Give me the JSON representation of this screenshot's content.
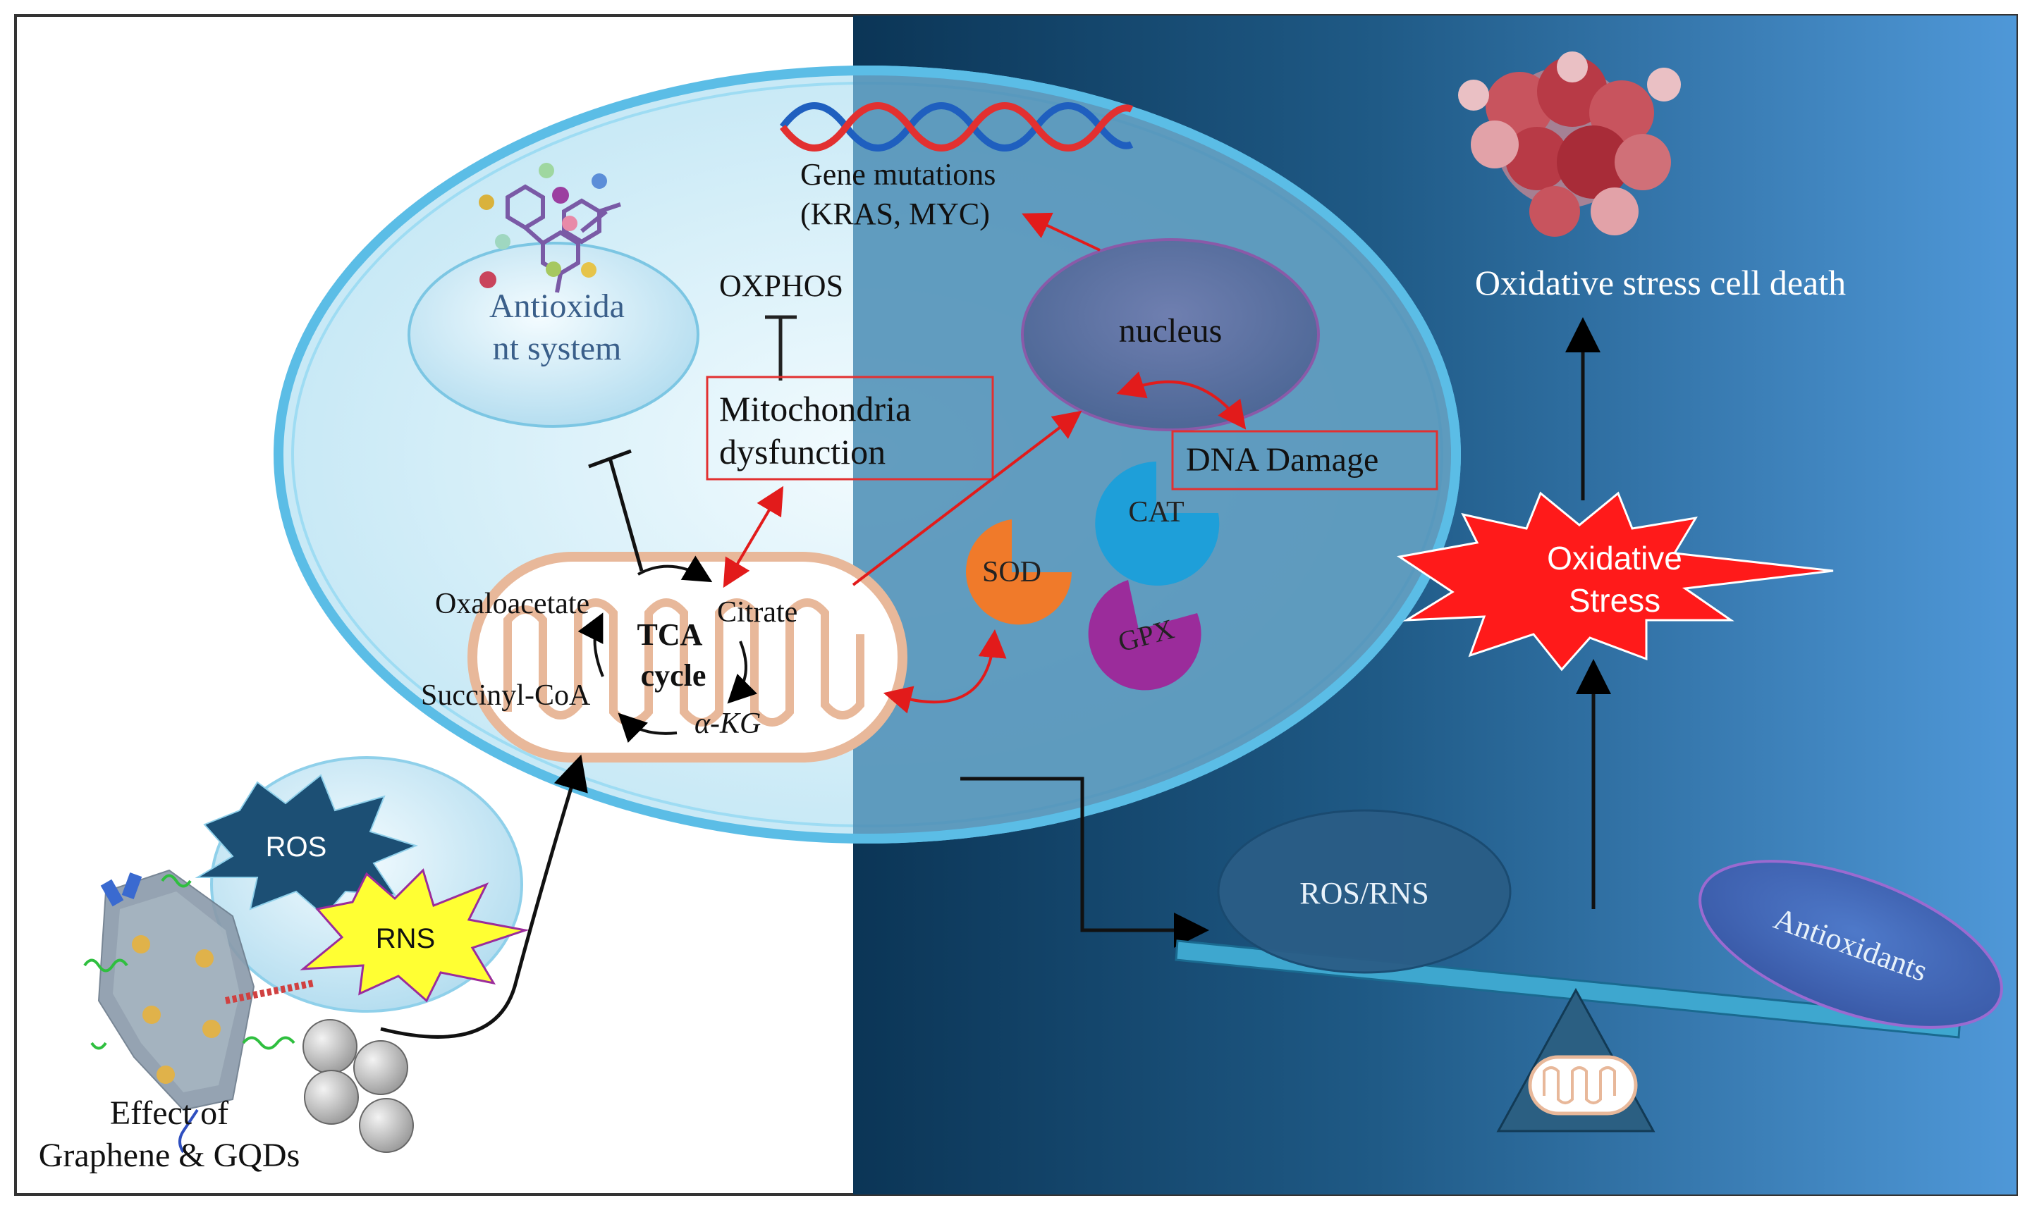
{
  "labels": {
    "gene_mutations_line1": "Gene mutations",
    "gene_mutations_line2": "(KRAS, MYC)",
    "antioxidant_line1": "Antioxida",
    "antioxidant_line2": "nt system",
    "oxphos": "OXPHOS",
    "mito_dysfunction_line1": "Mitochondria",
    "mito_dysfunction_line2": "dysfunction",
    "nucleus": "nucleus",
    "dna_damage": "DNA Damage",
    "cat": "CAT",
    "sod": "SOD",
    "gpx": "GPX",
    "oxaloacetate": "Oxaloacetate",
    "citrate": "Citrate",
    "tca_line1": "TCA",
    "tca_line2": "cycle",
    "succinyl_coa": "Succinyl-CoA",
    "alpha_kg": "α-KG",
    "ros": "ROS",
    "rns": "RNS",
    "effect_line1": "Effect of",
    "effect_line2": "Graphene & GQDs",
    "ros_rns": "ROS/RNS",
    "antioxidants": "Antioxidants",
    "oxidative_stress_line1": "Oxidative",
    "oxidative_stress_line2": "Stress",
    "cell_death": "Oxidative stress cell death"
  },
  "colors": {
    "dark_blue": "#0d3a5c",
    "mid_blue": "#2f6f9f",
    "light_blue": "#5aa0de",
    "cell_fill": "#cde9f5",
    "cell_border": "#5bbde6",
    "red_arrow": "#e21b1b",
    "mito_outline": "#e8b89a",
    "star_red": "#ff1a1a",
    "rns_yellow": "#ffff33",
    "ros_navy": "#1c4f74",
    "sod_orange": "#f07a2a",
    "cat_blue": "#1e9fd9",
    "gpx_purple": "#9b2c9b",
    "nucleus_purple": "#6a5a9a"
  }
}
